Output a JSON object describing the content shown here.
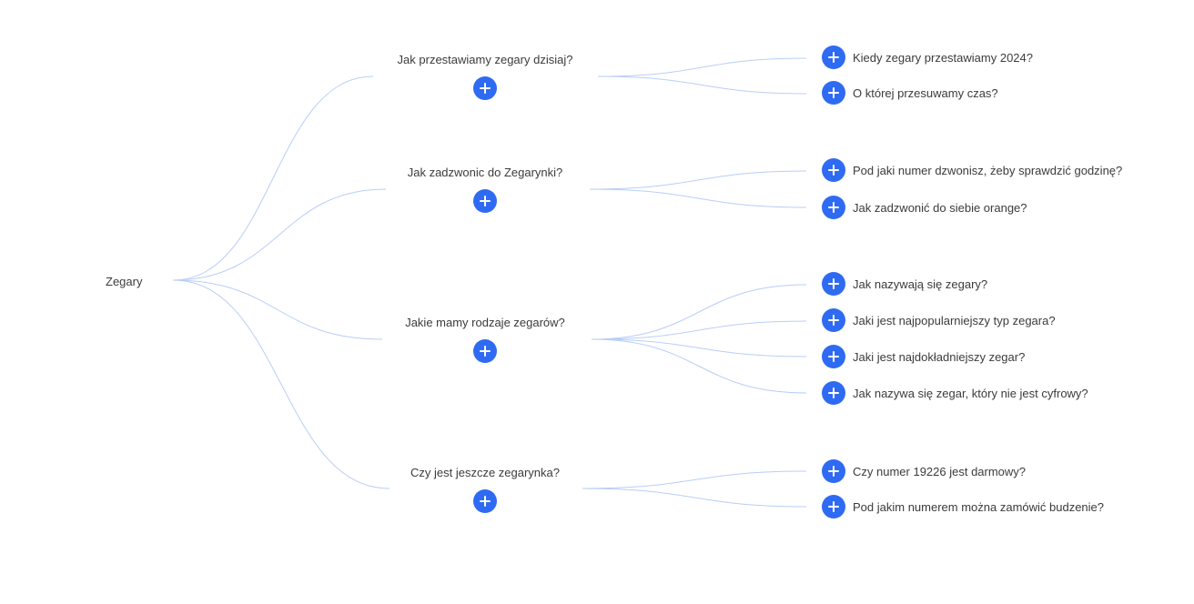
{
  "root": {
    "label": "Zegary"
  },
  "branches": [
    {
      "label": "Jak przestawiamy zegary dzisiaj?",
      "children": [
        {
          "label": "Kiedy zegary przestawiamy 2024?"
        },
        {
          "label": "O której przesuwamy czas?"
        }
      ]
    },
    {
      "label": "Jak zadzwonic do Zegarynki?",
      "children": [
        {
          "label": "Pod jaki numer dzwonisz, żeby sprawdzić godzinę?"
        },
        {
          "label": "Jak zadzwonić do siebie orange?"
        }
      ]
    },
    {
      "label": "Jakie mamy rodzaje zegarów?",
      "children": [
        {
          "label": "Jak nazywają się zegary?"
        },
        {
          "label": "Jaki jest najpopularniejszy typ zegara?"
        },
        {
          "label": "Jaki jest najdokładniejszy zegar?"
        },
        {
          "label": "Jak nazywa się zegar, który nie jest cyfrowy?"
        }
      ]
    },
    {
      "label": "Czy jest jeszcze zegarynka?",
      "children": [
        {
          "label": "Czy numer 19226 jest darmowy?"
        },
        {
          "label": "Pod jakim numerem można zamówić budzenie?"
        }
      ]
    }
  ],
  "colors": {
    "accent": "#2f6bf2",
    "edge": "#b9cef7",
    "text": "#3b3b3b"
  },
  "icons": {
    "expand": "plus-icon"
  }
}
